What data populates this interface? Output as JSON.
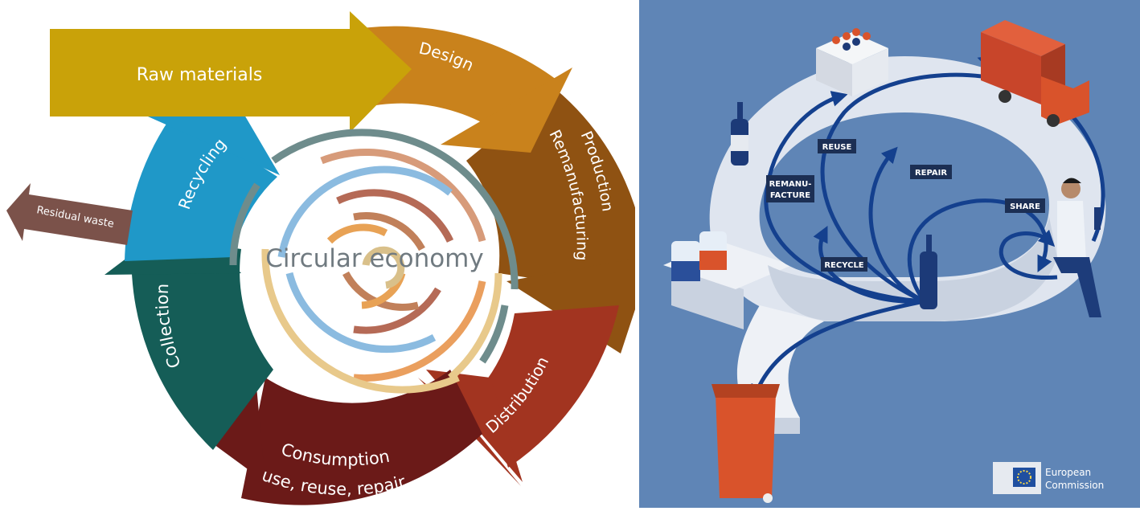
{
  "cycle": {
    "raw_materials": "Raw materials",
    "design": "Design",
    "production_1": "Production",
    "production_2": "Remanufacturing",
    "distribution": "Distribution",
    "consumption_1": "Consumption",
    "consumption_2": "use, reuse, repair",
    "collection": "Collection",
    "recycling": "Recycling",
    "residual_waste": "Residual waste",
    "center": "Circular economy"
  },
  "colors": {
    "raw_materials": "#c9a209",
    "design": "#c9821c",
    "production": "#8f5212",
    "distribution": "#a23420",
    "consumption": "#6b1a18",
    "collection": "#155d57",
    "recycling": "#1f98c8",
    "residual_waste": "#7b524a",
    "panel_bg": "#5f85b6",
    "track": "#eef1f6",
    "arrow_line": "#14408e",
    "bin": "#d9532b"
  },
  "illustration": {
    "tags": {
      "reuse": "REUSE",
      "remanufacture_1": "REMANU-",
      "remanufacture_2": "FACTURE",
      "repair": "REPAIR",
      "share": "SHARE",
      "recycle": "RECYCLE"
    },
    "logo_1": "European",
    "logo_2": "Commission"
  },
  "icons": [
    "bottle-icon",
    "crate-icon",
    "truck-icon",
    "jars-icon",
    "person-icon",
    "trash-bin-icon",
    "eu-flag-icon"
  ]
}
